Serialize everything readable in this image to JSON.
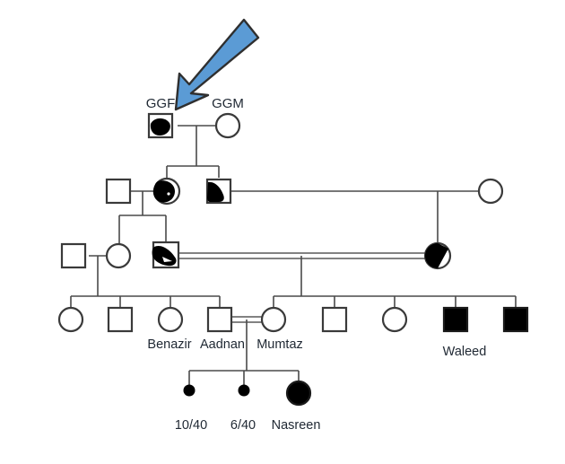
{
  "figure": {
    "type": "pedigree-chart",
    "title": "",
    "background_color": "#ffffff",
    "line_color": "#4a4a4a",
    "text_color": "#1f2833",
    "affected_fill": "#000000",
    "arrow_color": "#5b9bd5",
    "arrow_outline": "#2f2f2f"
  },
  "annotations": {
    "proband_arrow": {
      "name": "proband-arrow",
      "direction": "down-left",
      "points_to": "GGF",
      "color": "#5b9bd5"
    }
  },
  "labels": {
    "ggf": "GGF",
    "ggm": "GGM",
    "benazir": "Benazir",
    "aadnan": "Aadnan",
    "mumtaz": "Mumtaz",
    "waleed": "Waleed",
    "preg1": "10/40",
    "preg2": "6/40",
    "nasreen": "Nasreen"
  },
  "generations": [
    {
      "id": "I",
      "individuals": [
        {
          "id": "I-1",
          "sex": "male",
          "status": "partially-affected",
          "label": "GGF"
        },
        {
          "id": "I-2",
          "sex": "female",
          "status": "unaffected",
          "label": "GGM"
        }
      ],
      "matings": [
        {
          "partners": [
            "I-1",
            "I-2"
          ],
          "consanguineous": false
        }
      ]
    },
    {
      "id": "II",
      "individuals": [
        {
          "id": "II-1",
          "sex": "male",
          "status": "unaffected",
          "label": ""
        },
        {
          "id": "II-2",
          "sex": "female",
          "status": "partially-affected",
          "label": ""
        },
        {
          "id": "II-3",
          "sex": "male",
          "status": "partially-affected",
          "label": ""
        },
        {
          "id": "II-4",
          "sex": "female",
          "status": "unaffected",
          "label": ""
        }
      ],
      "matings": [
        {
          "partners": [
            "II-1",
            "II-2"
          ],
          "consanguineous": false
        },
        {
          "partners": [
            "II-3",
            "II-4"
          ],
          "consanguineous": false
        }
      ]
    },
    {
      "id": "III",
      "individuals": [
        {
          "id": "III-1",
          "sex": "male",
          "status": "unaffected",
          "label": ""
        },
        {
          "id": "III-2",
          "sex": "female",
          "status": "unaffected",
          "label": ""
        },
        {
          "id": "III-3",
          "sex": "male",
          "status": "partially-affected",
          "label": ""
        },
        {
          "id": "III-4",
          "sex": "female",
          "status": "half-affected",
          "label": ""
        }
      ],
      "matings": [
        {
          "partners": [
            "III-1",
            "III-2"
          ],
          "consanguineous": false
        },
        {
          "partners": [
            "III-3",
            "III-4"
          ],
          "consanguineous": true
        }
      ]
    },
    {
      "id": "IV",
      "individuals": [
        {
          "id": "IV-1",
          "sex": "female",
          "status": "unaffected",
          "label": ""
        },
        {
          "id": "IV-2",
          "sex": "male",
          "status": "unaffected",
          "label": ""
        },
        {
          "id": "IV-3",
          "sex": "female",
          "status": "unaffected",
          "label": "Benazir"
        },
        {
          "id": "IV-4",
          "sex": "male",
          "status": "unaffected",
          "label": "Aadnan"
        },
        {
          "id": "IV-5",
          "sex": "female",
          "status": "unaffected",
          "label": "Mumtaz"
        },
        {
          "id": "IV-6",
          "sex": "male",
          "status": "unaffected",
          "label": ""
        },
        {
          "id": "IV-7",
          "sex": "female",
          "status": "unaffected",
          "label": ""
        },
        {
          "id": "IV-8",
          "sex": "male",
          "status": "affected",
          "label": "Waleed"
        },
        {
          "id": "IV-9",
          "sex": "male",
          "status": "affected",
          "label": ""
        }
      ],
      "matings": [
        {
          "partners": [
            "IV-4",
            "IV-5"
          ],
          "consanguineous": true
        }
      ]
    },
    {
      "id": "V",
      "individuals": [
        {
          "id": "V-1",
          "sex": "unknown",
          "status": "pregnancy-loss",
          "label": "10/40"
        },
        {
          "id": "V-2",
          "sex": "unknown",
          "status": "pregnancy-loss",
          "label": "6/40"
        },
        {
          "id": "V-3",
          "sex": "female",
          "status": "affected",
          "label": "Nasreen"
        }
      ],
      "matings": []
    }
  ]
}
